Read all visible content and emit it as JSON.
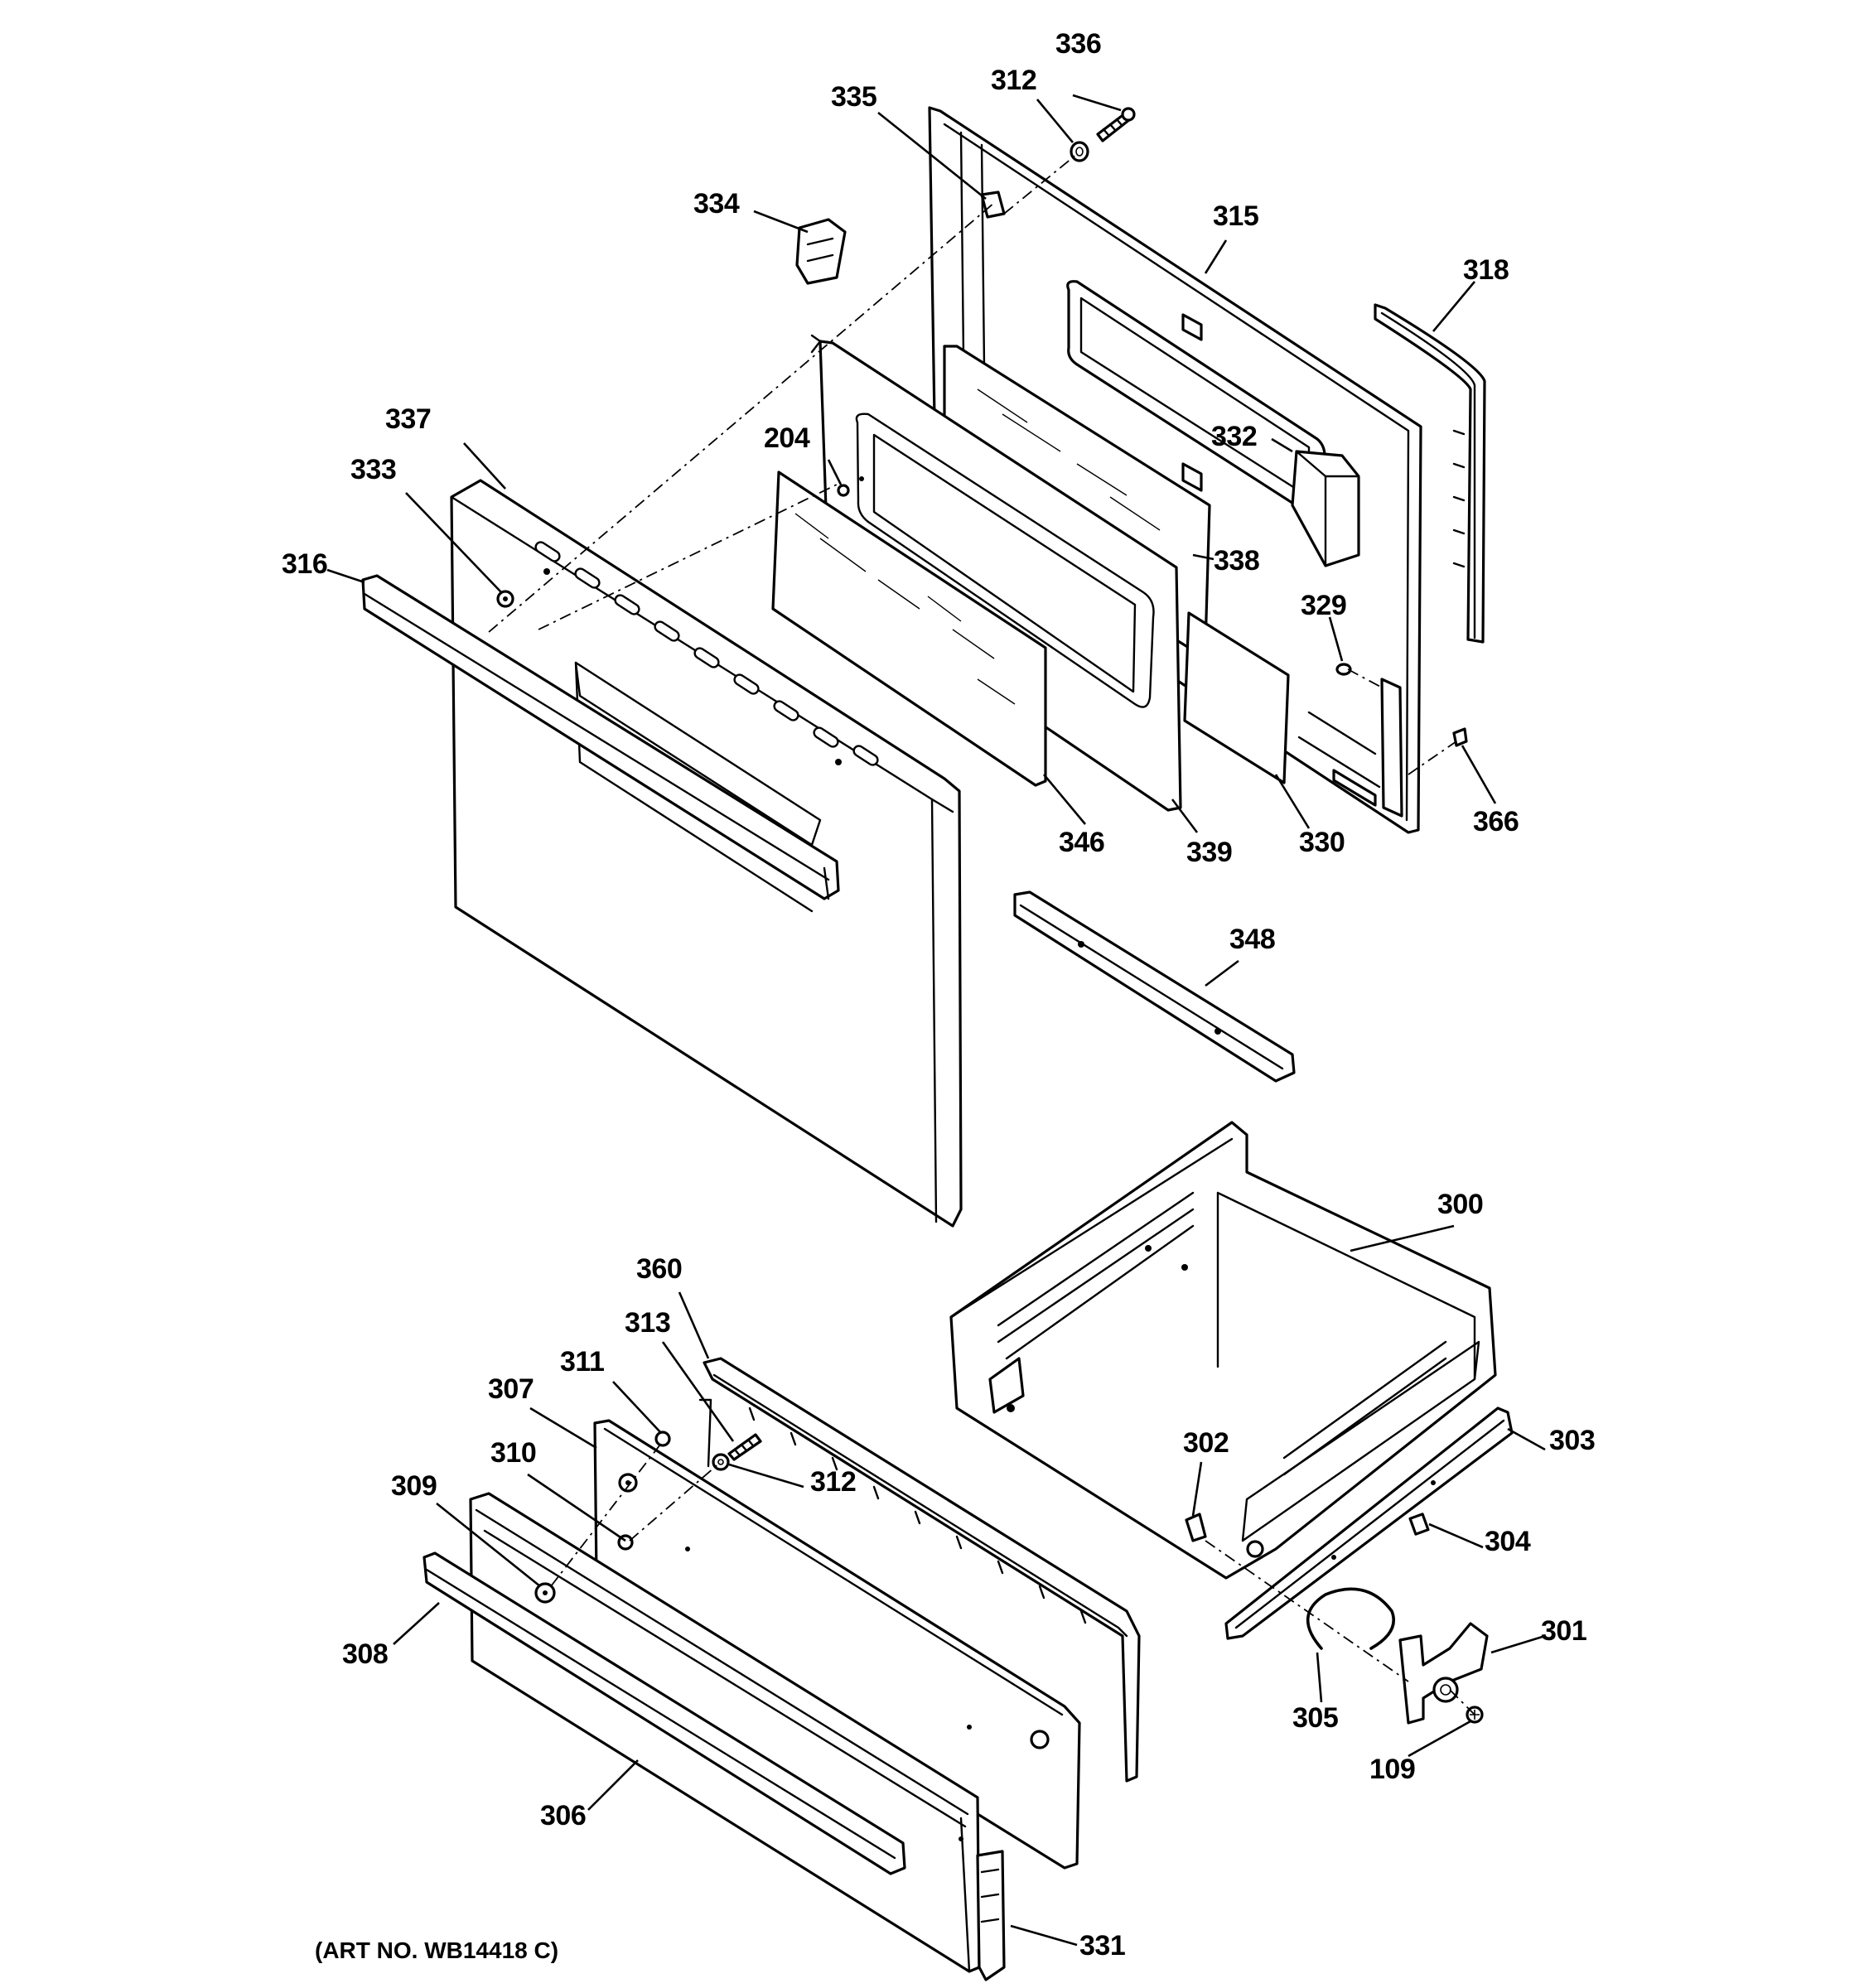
{
  "diagram": {
    "art_number": "(ART NO. WB14418 C)",
    "parts": {
      "p109": "109",
      "p204": "204",
      "p300": "300",
      "p301": "301",
      "p302": "302",
      "p303": "303",
      "p304": "304",
      "p305": "305",
      "p306": "306",
      "p307": "307",
      "p308": "308",
      "p309": "309",
      "p310": "310",
      "p311": "311",
      "p312a": "312",
      "p312b": "312",
      "p313": "313",
      "p315": "315",
      "p316": "316",
      "p318": "318",
      "p329": "329",
      "p330": "330",
      "p331": "331",
      "p332": "332",
      "p333": "333",
      "p334": "334",
      "p335": "335",
      "p336": "336",
      "p337": "337",
      "p338": "338",
      "p339": "339",
      "p346": "346",
      "p348": "348",
      "p360": "360",
      "p366": "366"
    }
  }
}
